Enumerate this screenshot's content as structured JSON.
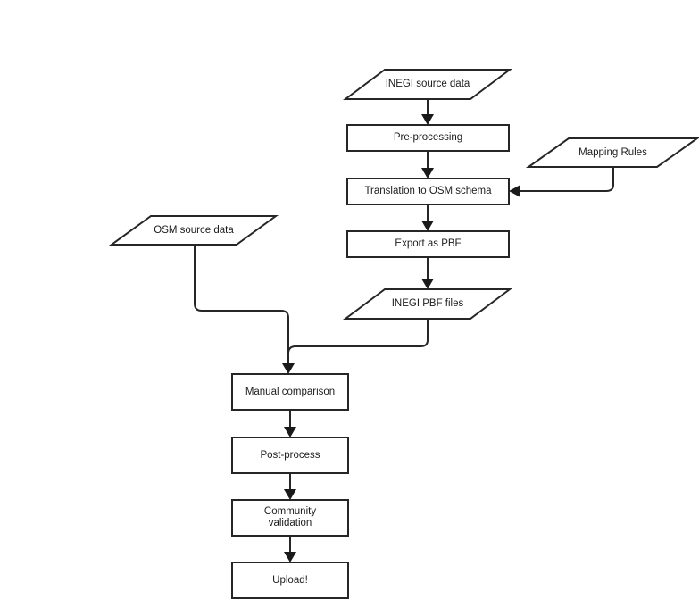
{
  "diagram": {
    "background_color": "#ffffff",
    "stroke_color": "#262626",
    "fill_color": "#ffffff",
    "text_color": "#1c1c1c",
    "nodes": [
      {
        "id": "inegi-source-data",
        "label": "INEGI source data",
        "shape": "parallelogram"
      },
      {
        "id": "pre-processing",
        "label": "Pre-processing",
        "shape": "rectangle"
      },
      {
        "id": "mapping-rules",
        "label": "Mapping Rules",
        "shape": "parallelogram"
      },
      {
        "id": "translation-osm",
        "label": "Translation to OSM schema",
        "shape": "rectangle"
      },
      {
        "id": "export-pbf",
        "label": "Export as PBF",
        "shape": "rectangle"
      },
      {
        "id": "inegi-pbf-files",
        "label": "INEGI PBF files",
        "shape": "parallelogram"
      },
      {
        "id": "osm-source-data",
        "label": "OSM source data",
        "shape": "parallelogram"
      },
      {
        "id": "manual-comparison",
        "label": "Manual comparison",
        "shape": "rectangle"
      },
      {
        "id": "post-process",
        "label": "Post-process",
        "shape": "rectangle"
      },
      {
        "id": "community-validation",
        "label": "Community validation",
        "shape": "rectangle"
      },
      {
        "id": "upload",
        "label": "Upload!",
        "shape": "rectangle"
      }
    ],
    "edges": [
      {
        "from": "INEGI source data",
        "to": "Pre-processing"
      },
      {
        "from": "Pre-processing",
        "to": "Translation to OSM schema"
      },
      {
        "from": "Mapping Rules",
        "to": "Translation to OSM schema"
      },
      {
        "from": "Translation to OSM schema",
        "to": "Export as PBF"
      },
      {
        "from": "Export as PBF",
        "to": "INEGI PBF files"
      },
      {
        "from": "INEGI PBF files",
        "to": "Manual comparison"
      },
      {
        "from": "OSM source data",
        "to": "Manual comparison"
      },
      {
        "from": "Manual comparison",
        "to": "Post-process"
      },
      {
        "from": "Post-process",
        "to": "Community validation"
      },
      {
        "from": "Community validation",
        "to": "Upload!"
      }
    ]
  }
}
